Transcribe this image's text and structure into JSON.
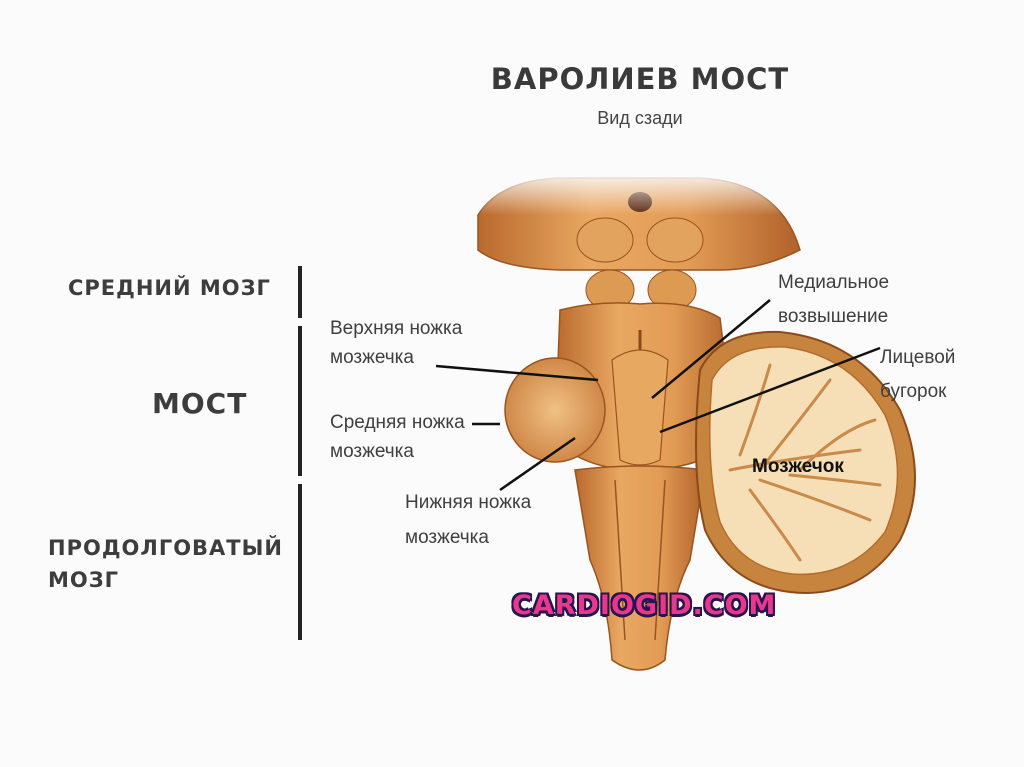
{
  "header": {
    "title": "ВАРОЛИЕВ МОСТ",
    "subtitle": "Вид сзади"
  },
  "regions": {
    "midbrain": "СРЕДНИЙ МОЗГ",
    "pons": "МОСТ",
    "medulla_line1": "ПРОДОЛГОВАТЫЙ",
    "medulla_line2": "МОЗГ"
  },
  "labels": {
    "superior_peduncle_1": "Верхняя ножка",
    "superior_peduncle_2": "мозжечка",
    "middle_peduncle_1": "Средняя ножка",
    "middle_peduncle_2": "мозжечка",
    "inferior_peduncle_1": "Нижняя ножка",
    "inferior_peduncle_2": "мозжечка",
    "medial_eminence_1": "Медиальное",
    "medial_eminence_2": "возвышение",
    "facial_colliculus_1": "Лицевой",
    "facial_colliculus_2": "бугорок",
    "cerebellum": "Мозжечок"
  },
  "watermark": "CARDIOGID.COM",
  "colors": {
    "tissue": "#d9924a",
    "tissue_light": "#f1c48a",
    "tissue_dark": "#a55a22",
    "cerebellum_fill": "#f6dfb6",
    "line": "#111111",
    "watermark": "#e8388a"
  }
}
